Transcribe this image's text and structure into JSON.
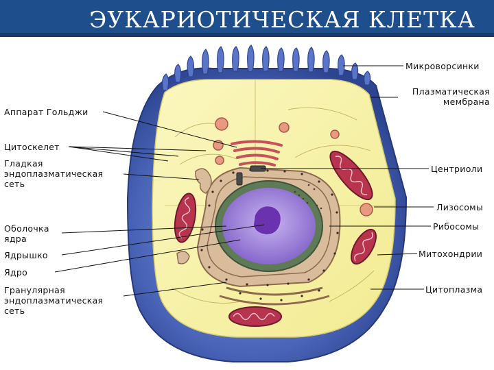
{
  "title": "ЭУКАРИОТИЧЕСКАЯ КЛЕТКА",
  "colors": {
    "title_bar": "#1f4e8c",
    "membrane": "#4a64b8",
    "cytoplasm": "#f8f3a6",
    "nucleus": "#9a7ad8",
    "nucleolus": "#6b32b0",
    "mitochondria": "#b8344e",
    "lysosome": "#e89a80",
    "er": "#c9a789"
  },
  "labels_left": [
    {
      "id": "golgi",
      "text": "Аппарат Гольджи"
    },
    {
      "id": "cytoskeleton",
      "text": "Цитоскелет"
    },
    {
      "id": "smooth_er",
      "text": "Гладкая\nэндоплазматическая\nсеть"
    },
    {
      "id": "nuclear_envelope",
      "text": "Оболочка\nядра"
    },
    {
      "id": "nucleolus",
      "text": "Ядрышко"
    },
    {
      "id": "nucleus",
      "text": "Ядро"
    },
    {
      "id": "rough_er",
      "text": "Гранулярная\nэндоплазматическая\nсеть"
    }
  ],
  "labels_right": [
    {
      "id": "microvilli",
      "text": "Микроворсинки"
    },
    {
      "id": "plasma_membrane",
      "text": "Плазматическая\nмембрана"
    },
    {
      "id": "centrioles",
      "text": "Центриоли"
    },
    {
      "id": "lysosomes",
      "text": "Лизосомы"
    },
    {
      "id": "ribosomes",
      "text": "Рибосомы"
    },
    {
      "id": "mitochondria",
      "text": "Митохондрии"
    },
    {
      "id": "cytoplasm",
      "text": "Цитоплазма"
    }
  ]
}
